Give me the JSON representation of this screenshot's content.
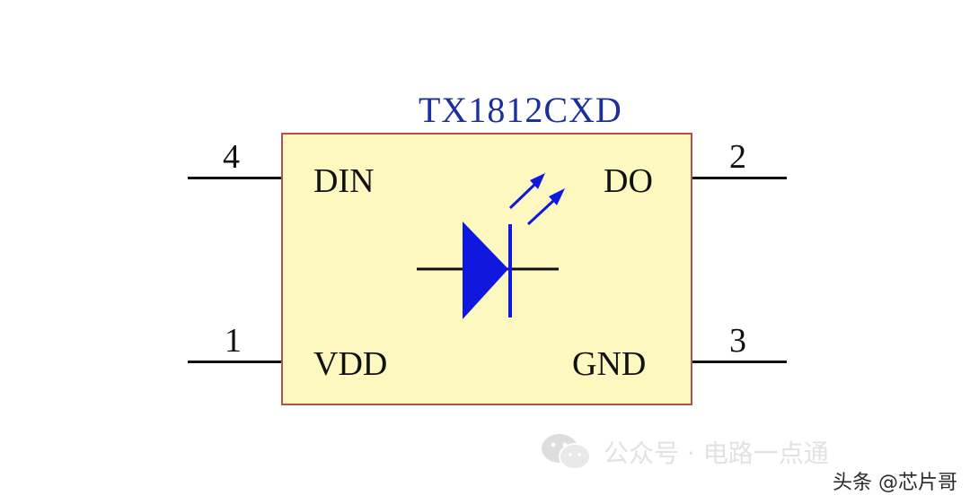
{
  "diagram": {
    "part_name": "TX1812CXD",
    "pins": [
      {
        "number": "4",
        "label": "DIN"
      },
      {
        "number": "2",
        "label": "DO"
      },
      {
        "number": "1",
        "label": "VDD"
      },
      {
        "number": "3",
        "label": "GND"
      }
    ],
    "symbol": "led-icon"
  },
  "watermark": {
    "icon": "wechat-icon",
    "text": "公众号 · 电路一点通"
  },
  "source_tag": "头条 @芯片哥",
  "colors": {
    "chip_fill": "#fdf8c0",
    "chip_border": "#b3514a",
    "part_name": "#1c2f9e",
    "led": "#1018e0",
    "wire": "#111111"
  }
}
